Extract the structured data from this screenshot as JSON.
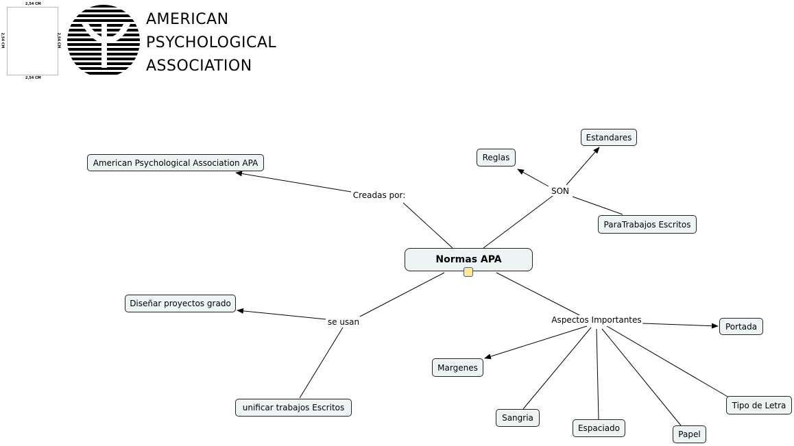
{
  "header": {
    "page_margin_labels": {
      "top": "2,54 CM",
      "bottom": "2,54 CM",
      "left": "2,54 CM",
      "right": "2,54 CM"
    },
    "logo_lines": [
      "AMERICAN",
      "PSYCHOLOGICAL",
      "ASSOCIATION"
    ]
  },
  "map": {
    "root": "Normas APA",
    "link_labels": {
      "creadas": "Creadas por:",
      "son": "SON",
      "se_usan": "se usan",
      "aspectos": "Aspectos Importantes"
    },
    "nodes": {
      "apa": "American Psychological Association APA",
      "reglas": "Reglas",
      "estandares": "Estandares",
      "para_trabajos": "ParaTrabajos Escritos",
      "disenar": "Diseñar proyectos grado",
      "unificar": "unificar trabajos Escritos",
      "portada": "Portada",
      "margenes": "Margenes",
      "sangria": "Sangria",
      "espaciado": "Espaciado",
      "papel": "Papel",
      "tipo_letra": "Tipo de Letra"
    }
  }
}
